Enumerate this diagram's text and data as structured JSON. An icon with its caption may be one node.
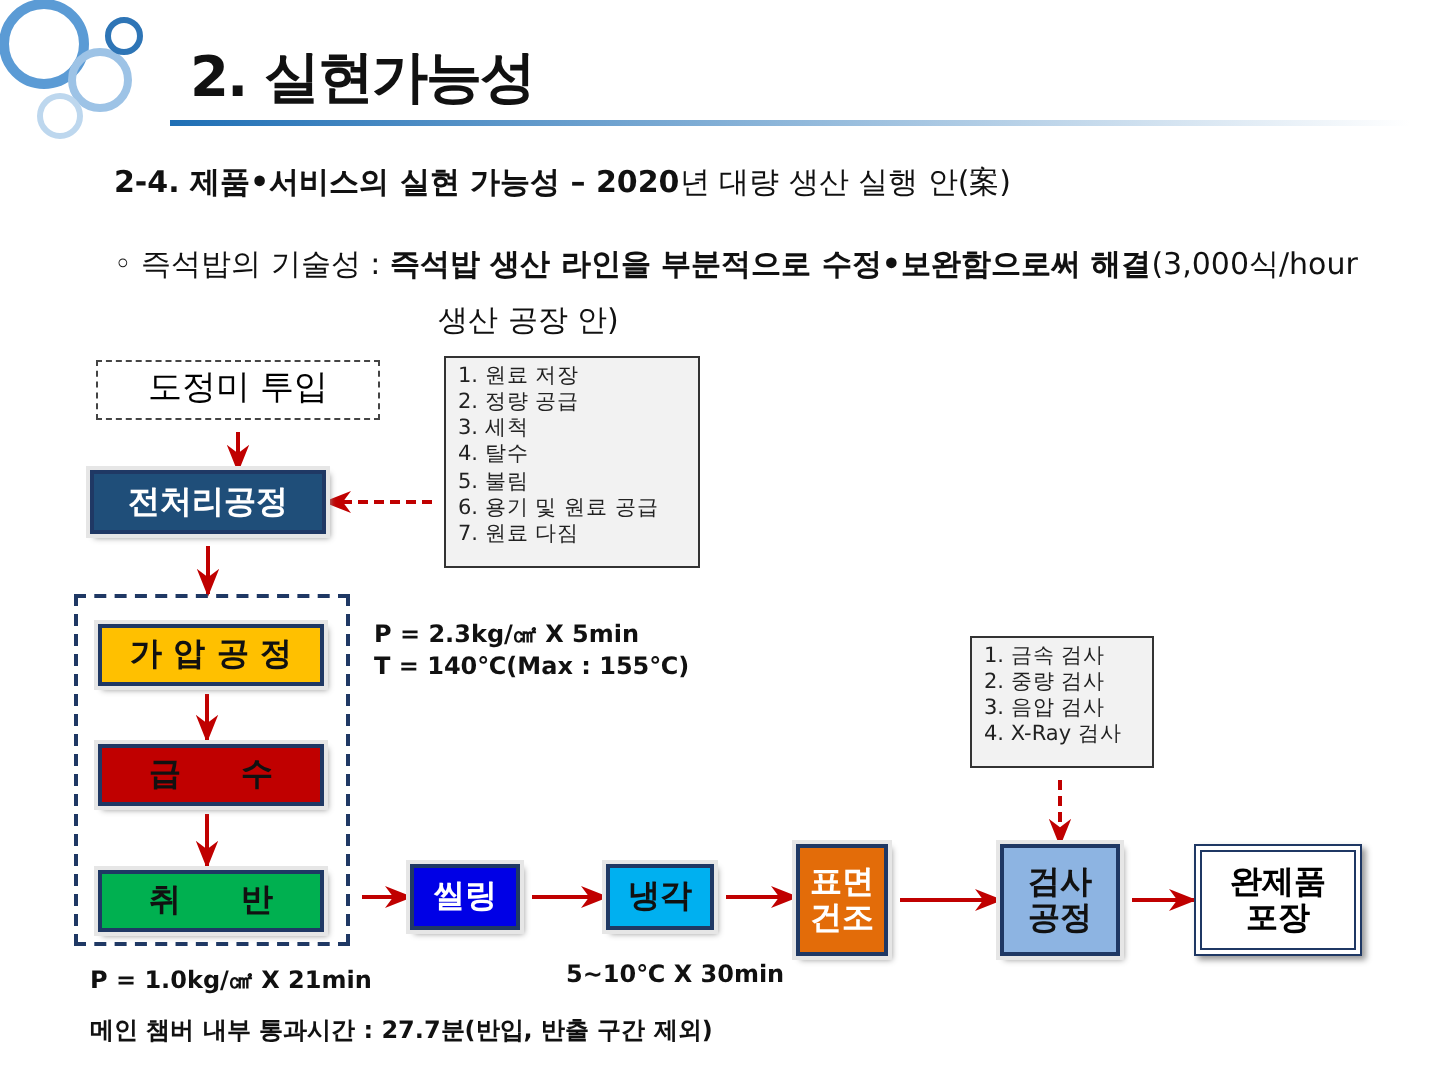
{
  "diagram": {
    "title": "2. 실현가능성",
    "nodes": [
      {
        "text": [
          "도정미 투입"
        ]
      },
      {
        "text": [
          "전처리공정"
        ]
      },
      {
        "text": [
          "1. 원료 저장",
          "2. 정량 공급",
          "3. 세척",
          "4. 탈수",
          "5. 불림",
          "6. 용기 및 원료 공급",
          "7. 원료 다짐"
        ]
      },
      {
        "text": [],
        "shape": "box"
      },
      {
        "text": [
          "가 압 공 정"
        ],
        "in": 3,
        "beside": [
          "P = 2.3kg/㎠ X 5min",
          "T = 140℃(Max : 155℃)"
        ]
      },
      {
        "text": [
          "급 수"
        ],
        "in": 3
      },
      {
        "text": [
          "취 반"
        ],
        "in": 3
      },
      {
        "text": [
          "씰링"
        ]
      },
      {
        "text": [
          "냉각"
        ]
      },
      {
        "text": [
          "표면 건조"
        ]
      },
      {
        "text": [
          "1. 금속 검사",
          "2. 중량 검사",
          "3. 음압 검사",
          "4. X-Ray 검사"
        ]
      },
      {
        "text": [
          "검사 공정"
        ]
      },
      {
        "text": [
          "완제품 포장"
        ]
      }
    ],
    "edges": [
      {
        "from": 0,
        "to": 1,
        "arrow": "to"
      },
      {
        "from": 2,
        "to": 1,
        "arrow": "to",
        "style": "dashed"
      },
      {
        "from": 1,
        "to": 3,
        "arrow": "to"
      },
      {
        "from": 4,
        "to": 5,
        "arrow": "to"
      },
      {
        "from": 5,
        "to": 6,
        "arrow": "to"
      },
      {
        "from": 3,
        "to": 7,
        "arrow": "to"
      },
      {
        "from": 7,
        "to": 8,
        "arrow": "to"
      },
      {
        "from": 8,
        "to": 9,
        "arrow": "to"
      },
      {
        "from": 9,
        "to": 11,
        "arrow": "to"
      },
      {
        "from": 10,
        "to": 11,
        "arrow": "to",
        "style": "dashed"
      },
      {
        "from": 11,
        "to": 12,
        "arrow": "to"
      }
    ],
    "labels": [
      "**2-4. 제품•서비스의 실현 가능성 – 2020**년 대량 생산 실행 안(案)",
      "◦ 즉석밥의 기술성 : **즉석밥 생산 라인을 부분적으로 수정•보완함으로써 해결**(3,000식/hour 생산 공장 안)",
      "P = 1.0kg/㎠ X 21min",
      "5~10℃ X 30min",
      "메인 챔버 내부 통과시간 : 27.7분(반입, 반출 구간 제외)"
    ]
  }
}
